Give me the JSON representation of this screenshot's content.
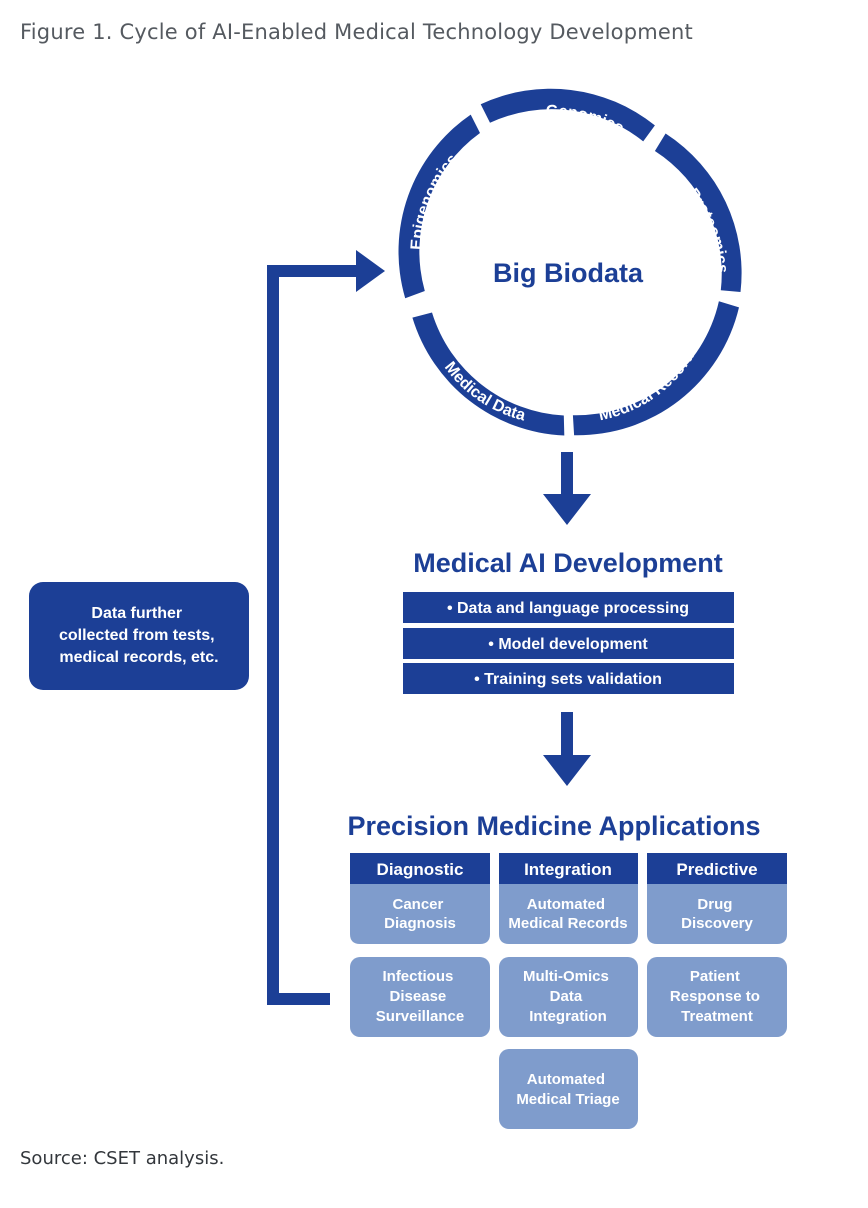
{
  "caption": "Figure 1. Cycle of AI-Enabled Medical Technology Development",
  "source": "Source: CSET analysis.",
  "colors": {
    "navy": "#1c3f96",
    "light_box": "#7f9ccc",
    "white": "#ffffff"
  },
  "ring": {
    "center_label": "Big Biodata",
    "segments": [
      "Genomics",
      "Proteomics",
      "Medical Records",
      "Medical Data",
      "Epigenomics"
    ]
  },
  "feedback": {
    "lines": [
      "Data further",
      "collected from tests,",
      "medical records, etc."
    ]
  },
  "development": {
    "title": "Medical AI Development",
    "items": [
      "• Data and language processing",
      "• Model development",
      "• Training sets validation"
    ]
  },
  "applications": {
    "title": "Precision Medicine Applications",
    "columns": [
      {
        "header": "Diagnostic",
        "cards": [
          [
            "Cancer",
            "Diagnosis"
          ],
          [
            "Infectious",
            "Disease",
            "Surveillance"
          ]
        ]
      },
      {
        "header": "Integration",
        "cards": [
          [
            "Automated",
            "Medical Records"
          ],
          [
            "Multi-Omics",
            "Data",
            "Integration"
          ],
          [
            "Automated",
            "Medical Triage"
          ]
        ]
      },
      {
        "header": "Predictive",
        "cards": [
          [
            "Drug",
            "Discovery"
          ],
          [
            "Patient",
            "Response to",
            "Treatment"
          ]
        ]
      }
    ]
  }
}
